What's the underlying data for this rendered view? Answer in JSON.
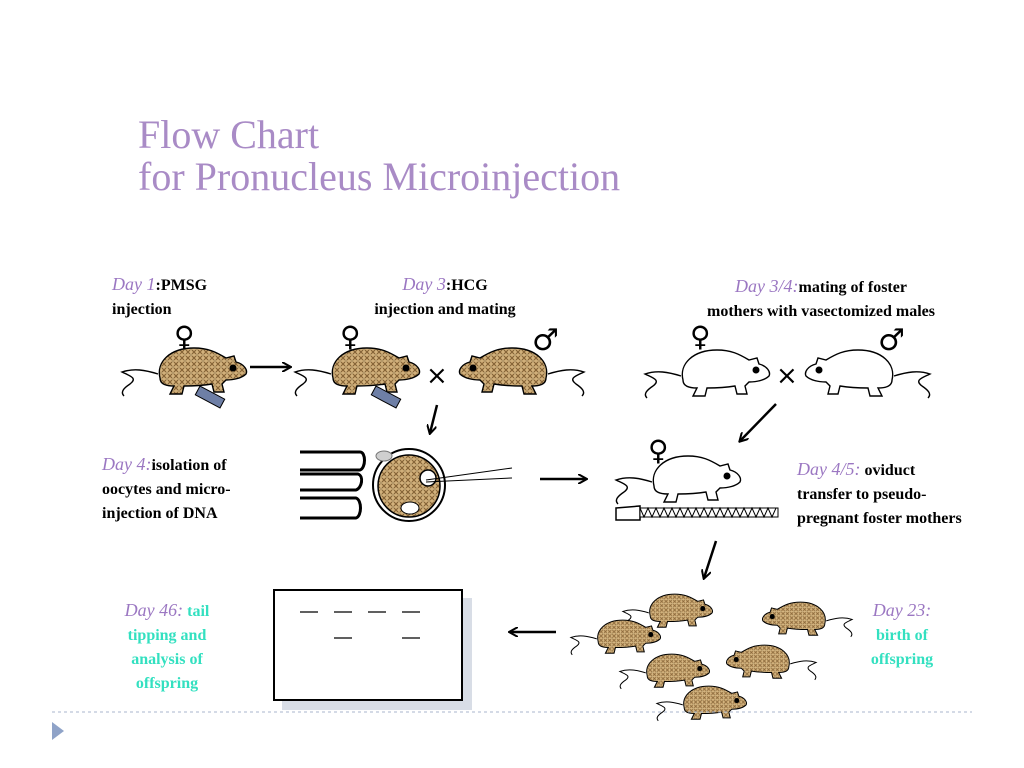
{
  "title": {
    "line1": "Flow Chart",
    "line2": "for Pronucleus Microinjection"
  },
  "steps": {
    "day1": {
      "day": "Day 1",
      "sep": ":",
      "text1": "PMSG",
      "text2": "injection"
    },
    "day3": {
      "day": "Day 3",
      "sep": ":",
      "text1": "HCG",
      "text2": "injection and mating"
    },
    "day34": {
      "day": "Day 3/4:",
      "text1": "mating of foster",
      "text2": "mothers with vasectomized males"
    },
    "day4": {
      "day": "Day 4:",
      "text1": "isolation of",
      "text2": "oocytes and micro-",
      "text3": "injection of DNA"
    },
    "day45": {
      "day": "Day 4/5:",
      "text1": "oviduct",
      "text2": "transfer to pseudo-",
      "text3": "pregnant foster mothers"
    },
    "day23": {
      "day": "Day 23:",
      "text1": "birth of",
      "text2": "offspring"
    },
    "day46": {
      "day": "Day 46:",
      "text1": "tail",
      "text2": "tipping and",
      "text3": "analysis of",
      "text4": "offspring"
    }
  },
  "symbols": {
    "female": "♀",
    "male": "♂",
    "cross": "×"
  },
  "colors": {
    "title": "#a98bc6",
    "day_label": "#9b77c2",
    "offspring_text": "#33e0c0",
    "mouse_fill": "#c9a56f",
    "syringe": "#6e7fa6"
  }
}
